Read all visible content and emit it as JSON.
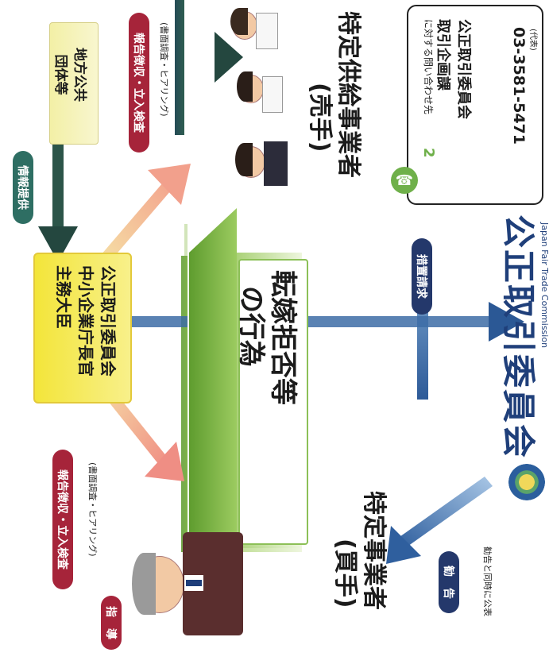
{
  "local_gov": {
    "line1": "地方公共",
    "line2": "団体等"
  },
  "authorities": {
    "line1": "公正取引委員会",
    "line2": "中小企業庁長官",
    "line3": "主務大臣"
  },
  "info_provision": "情報提供",
  "report_top": "報告徴収・立入検査",
  "report_top_sub": "(書面調査・ヒアリング)",
  "report_left": "報告徴収・立入検査",
  "report_left_sub": "(書面調査・ヒアリング)",
  "guidance": "指　導",
  "main_act": {
    "line1": "転嫁拒否等",
    "line2": "の行為"
  },
  "seller": {
    "line1": "特定供給事業者",
    "line2": "(売手)"
  },
  "buyer": {
    "line1": "特定事業者",
    "line2": "(買手)"
  },
  "measures_request": "措置請求",
  "recommendation": "勧　告",
  "recommendation_sub": "勧告と同時に公表",
  "jftc": {
    "name": "公正取引委員会",
    "english": "Japan Fair Trade Commission"
  },
  "contact": {
    "number": "2",
    "heading": "に対する問い合わせ先",
    "org": "公正取引委員会",
    "dept": "取引企画課",
    "phone": "03-3581-5471",
    "phone_note": "(代表)"
  },
  "colors": {
    "green_arrow": "#7fb43a",
    "navy": "#24386b",
    "blue_arrow": "#3e6fa8",
    "red_pill": "#a6243a",
    "yellow_box": "#f3e53a"
  }
}
